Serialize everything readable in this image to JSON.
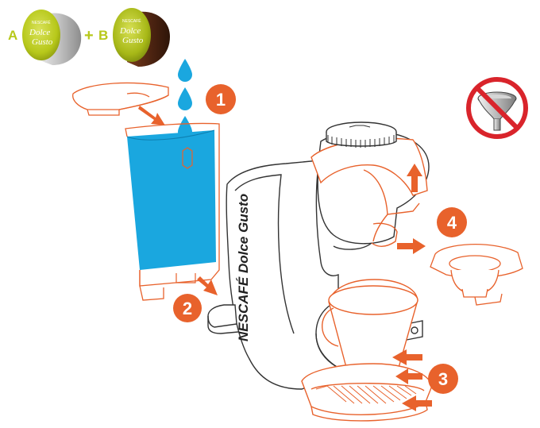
{
  "capsules": {
    "a_label": "A",
    "b_label": "B",
    "plus": "+",
    "brand_top": "NESCAFÉ",
    "brand_script_1": "Dolce",
    "brand_script_2": "Gusto"
  },
  "steps": {
    "one": "1",
    "two": "2",
    "three": "3",
    "four": "4"
  },
  "machine": {
    "brand": "NESCAFÉ Dolce Gusto"
  },
  "colors": {
    "orange": "#e8622c",
    "water": "#1aa7df",
    "capsule_green": "#b7c81a",
    "capsule_brown": "#5a2c17",
    "prohibit_red": "#d9242b",
    "outline": "#333333"
  },
  "icons": {
    "water_drop": "water-drop-icon",
    "no_funnel": "no-funnel-icon",
    "arrow": "arrow-icon"
  }
}
